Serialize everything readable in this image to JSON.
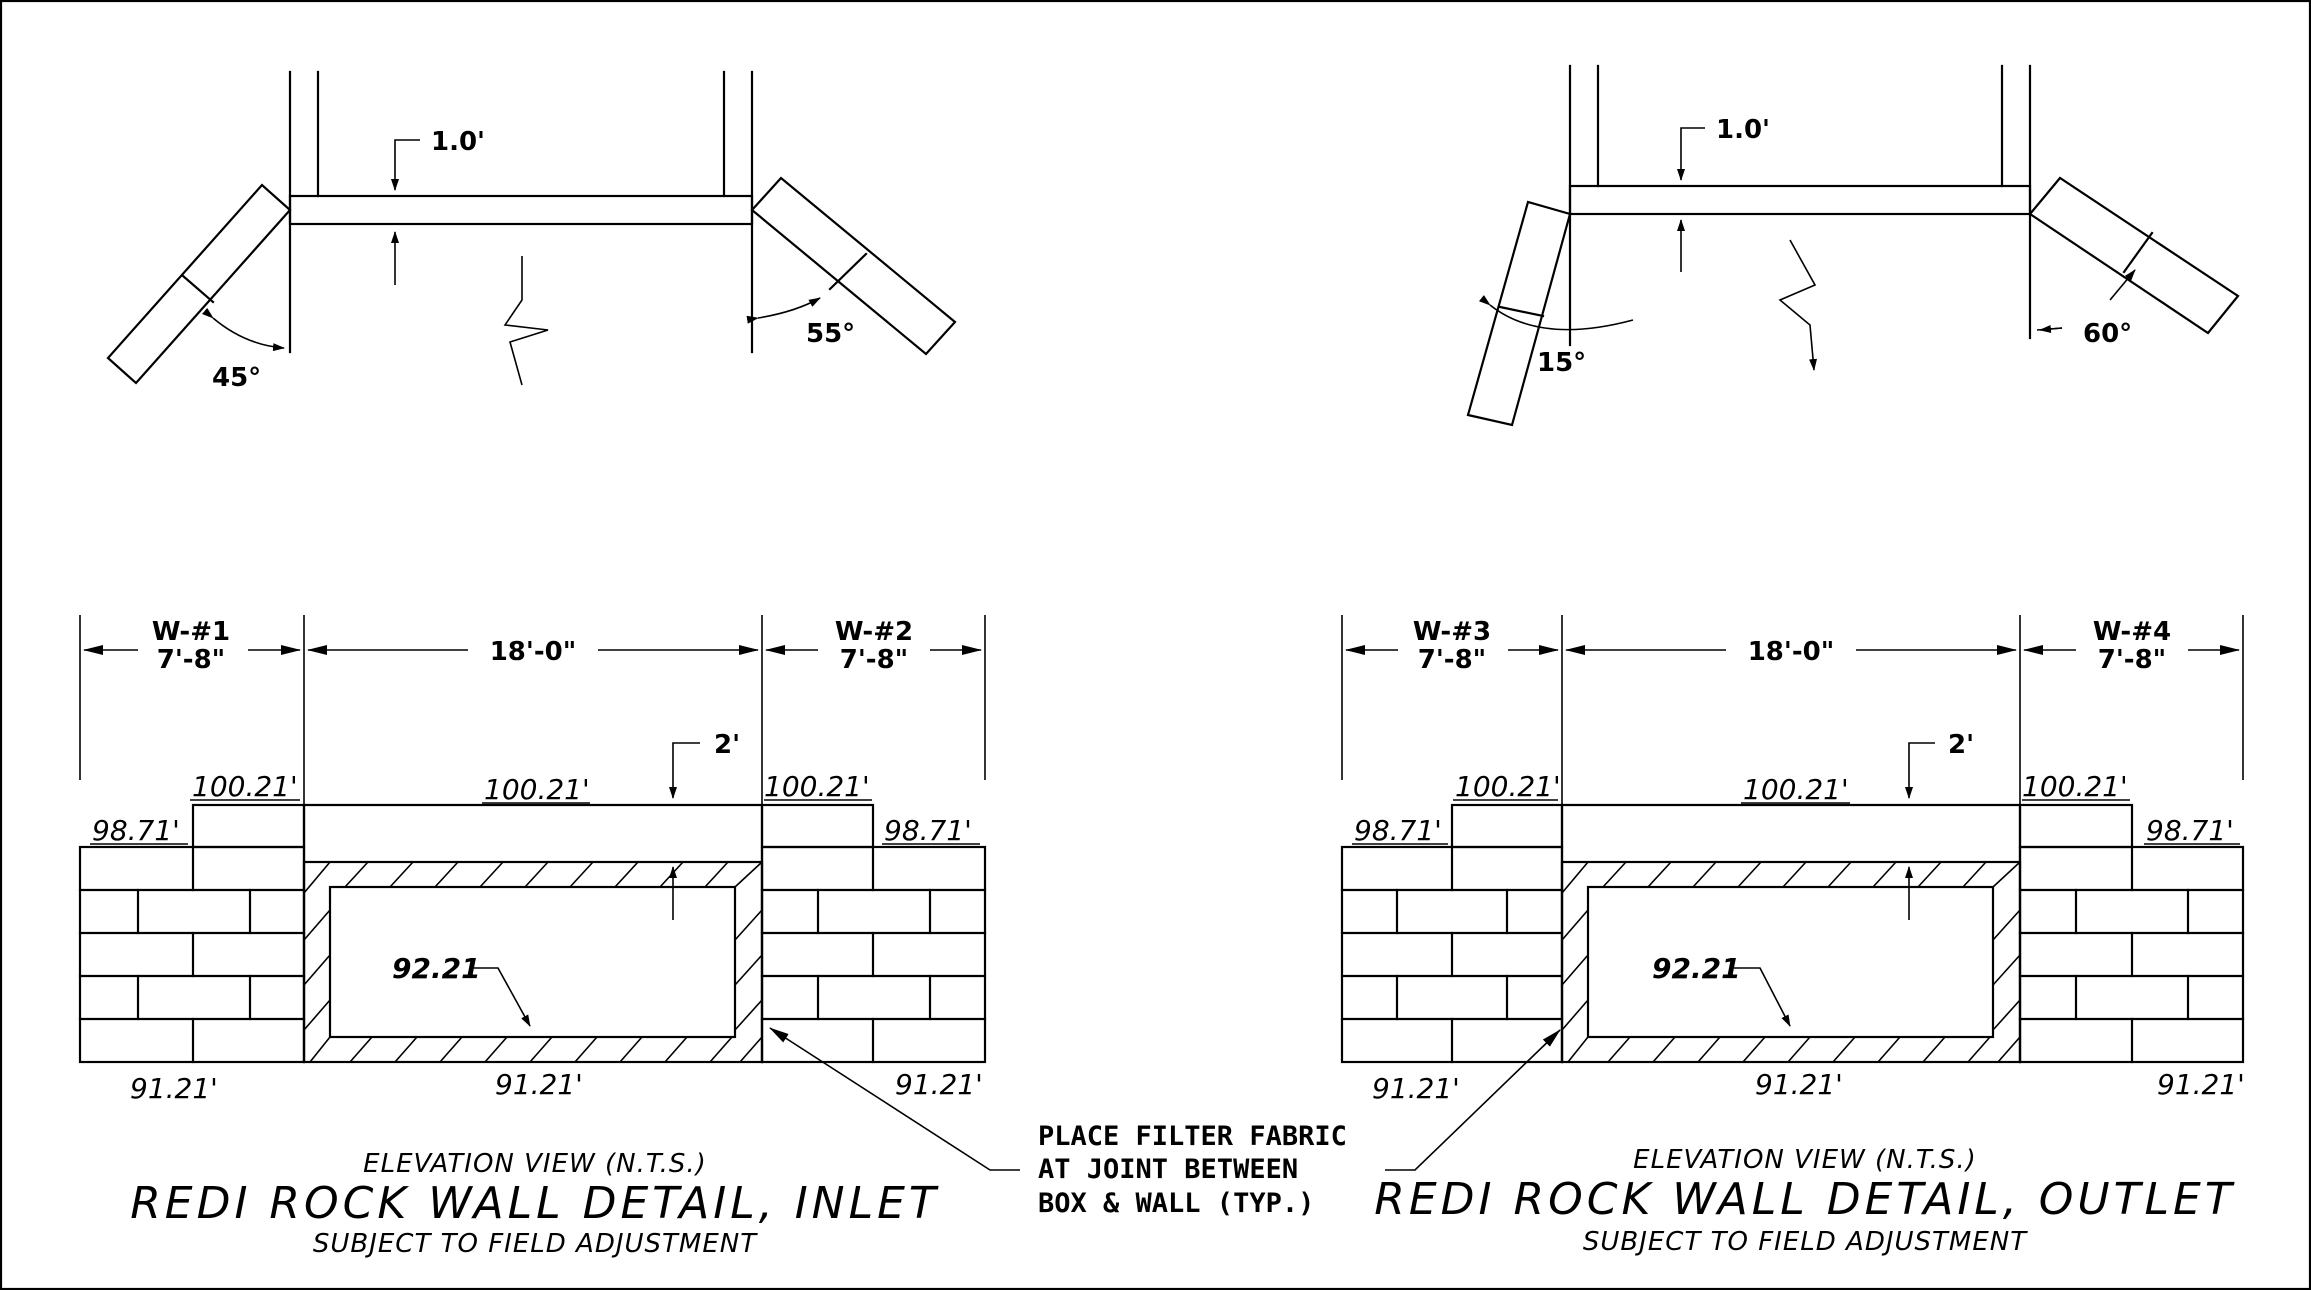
{
  "plan_views": {
    "inlet": {
      "thickness": "1.0'",
      "angle_left": "45°",
      "angle_right": "55°"
    },
    "outlet": {
      "thickness": "1.0'",
      "angle_left": "15°",
      "angle_right": "60°"
    }
  },
  "inlet": {
    "dims": {
      "left_wall": "W-#1",
      "left_len": "7'-8\"",
      "box": "18'-0\"",
      "right_wall": "W-#2",
      "right_len": "7'-8\""
    },
    "elev": {
      "top_left_wall": "100.21'",
      "top_box": "100.21'",
      "top_right_wall": "100.21'",
      "step_left": "98.71'",
      "step_right": "98.71'",
      "slab": "2'",
      "invert": "92.21",
      "base_left": "91.21'",
      "base_center": "91.21'",
      "base_right": "91.21'"
    },
    "caption": "ELEVATION VIEW (N.T.S.)",
    "title": "REDI ROCK WALL DETAIL, INLET",
    "subtitle": "SUBJECT TO FIELD ADJUSTMENT"
  },
  "outlet": {
    "dims": {
      "left_wall": "W-#3",
      "left_len": "7'-8\"",
      "box": "18'-0\"",
      "right_wall": "W-#4",
      "right_len": "7'-8\""
    },
    "elev": {
      "top_left_wall": "100.21'",
      "top_box": "100.21'",
      "top_right_wall": "100.21'",
      "step_left": "98.71'",
      "step_right": "98.71'",
      "slab": "2'",
      "invert": "92.21",
      "base_left": "91.21'",
      "base_center": "91.21'",
      "base_right": "91.21'"
    },
    "caption": "ELEVATION VIEW (N.T.S.)",
    "title": "REDI ROCK WALL DETAIL, OUTLET",
    "subtitle": "SUBJECT TO FIELD ADJUSTMENT"
  },
  "note": {
    "line1": "PLACE FILTER FABRIC",
    "line2": "AT JOINT BETWEEN",
    "line3": "BOX & WALL (TYP.)"
  }
}
